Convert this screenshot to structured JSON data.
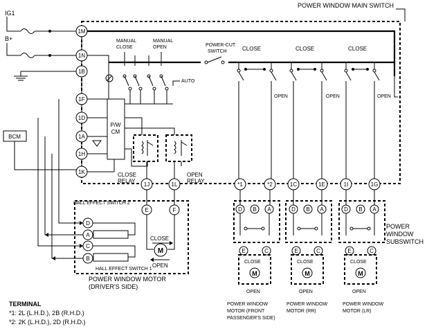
{
  "labels": {
    "main_switch": "POWER WINDOW MAIN SWITCH",
    "ig1": "IG1",
    "bplus": "B+",
    "manual_close": [
      "MANUAL",
      "CLOSE"
    ],
    "manual_open": [
      "MANUAL",
      "OPEN"
    ],
    "auto": "AUTO",
    "power_cut": [
      "POWER-CUT",
      "SWITCH"
    ],
    "close": "CLOSE",
    "open": "OPEN",
    "pwcm": [
      "P/W",
      "CM"
    ],
    "bcm": "BCM",
    "close_relay": [
      "CLOSE",
      "RELAY"
    ],
    "open_relay": [
      "OPEN",
      "RELAY"
    ],
    "hall2": "HALL EFFECT SWITCH 2",
    "hall1": "HALL EFFECT SWITCH 1",
    "motor": "M",
    "driver_motor": [
      "POWER WINDOW MOTOR",
      "(DRIVER'S SIDE)"
    ],
    "subswitch": [
      "POWER",
      "WINDOW",
      "SUBSWITCH"
    ],
    "front_pass_motor": [
      "POWER WINDOW",
      "MOTOR (FRONT",
      "PASSENGER'S SIDE)"
    ],
    "rr_motor": [
      "POWER WINDOW",
      "MOTOR (RR)"
    ],
    "lr_motor": [
      "POWER WINDOW",
      "MOTOR (LR)"
    ],
    "terminal_title": "TERMINAL",
    "terminal_note1": "*1: 2L (L.H.D.), 2B (R.H.D.)",
    "terminal_note2": "*2: 2K (L.H.D.), 2D (R.H.D.)"
  },
  "terminals": {
    "left": [
      "1M",
      "1N",
      "1B",
      "1F",
      "1D",
      "1A",
      "1H",
      "1K"
    ],
    "bottom": [
      "1J",
      "1L",
      "*1",
      "*2",
      "1C",
      "1E",
      "1I",
      "1G"
    ],
    "motor_driver": [
      "E",
      "F"
    ],
    "hall": [
      "D",
      "A",
      "C",
      "B"
    ],
    "sub_top": [
      "D",
      "B",
      "A"
    ],
    "sub_bottom": [
      "E",
      "C"
    ]
  }
}
